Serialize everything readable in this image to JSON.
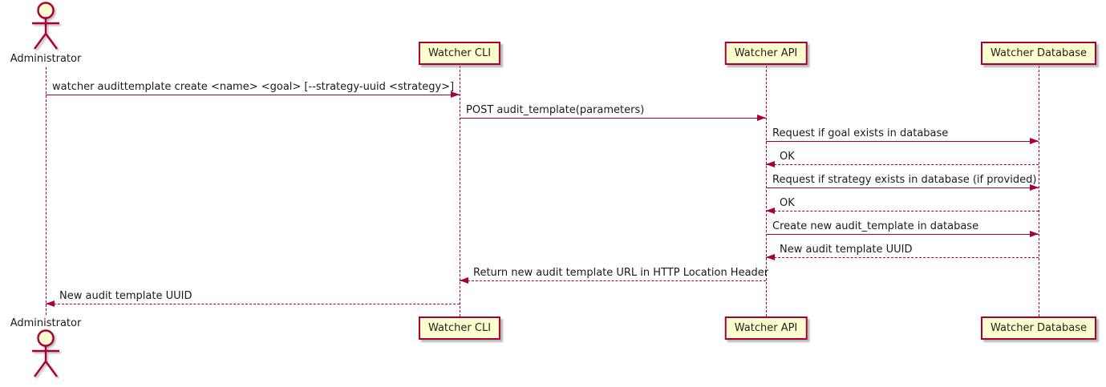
{
  "diagram": {
    "kind": "sequence-diagram",
    "actor": {
      "label": "Administrator"
    },
    "participants": [
      {
        "label": "Watcher CLI"
      },
      {
        "label": "Watcher API"
      },
      {
        "label": "Watcher Database"
      }
    ],
    "messages": [
      {
        "from": "Administrator",
        "to": "Watcher CLI",
        "line": "solid",
        "label": "watcher audittemplate create <name> <goal> [--strategy-uuid <strategy>]"
      },
      {
        "from": "Watcher CLI",
        "to": "Watcher API",
        "line": "solid",
        "label": "POST audit_template(parameters)"
      },
      {
        "from": "Watcher API",
        "to": "Watcher Database",
        "line": "solid",
        "label": "Request if goal exists in database"
      },
      {
        "from": "Watcher Database",
        "to": "Watcher API",
        "line": "dashed",
        "label": "OK"
      },
      {
        "from": "Watcher API",
        "to": "Watcher Database",
        "line": "solid",
        "label": "Request if strategy exists in database (if provided)"
      },
      {
        "from": "Watcher Database",
        "to": "Watcher API",
        "line": "dashed",
        "label": "OK"
      },
      {
        "from": "Watcher API",
        "to": "Watcher Database",
        "line": "solid",
        "label": "Create new audit_template in database"
      },
      {
        "from": "Watcher Database",
        "to": "Watcher API",
        "line": "dashed",
        "label": "New audit template UUID"
      },
      {
        "from": "Watcher API",
        "to": "Watcher CLI",
        "line": "dashed",
        "label": "Return new audit template URL in HTTP Location Header"
      },
      {
        "from": "Watcher CLI",
        "to": "Administrator",
        "line": "dashed",
        "label": "New audit template UUID"
      }
    ],
    "colors": {
      "accent": "#A80036",
      "participant_fill": "#FEFECE",
      "background": "#FFFFFF"
    }
  }
}
